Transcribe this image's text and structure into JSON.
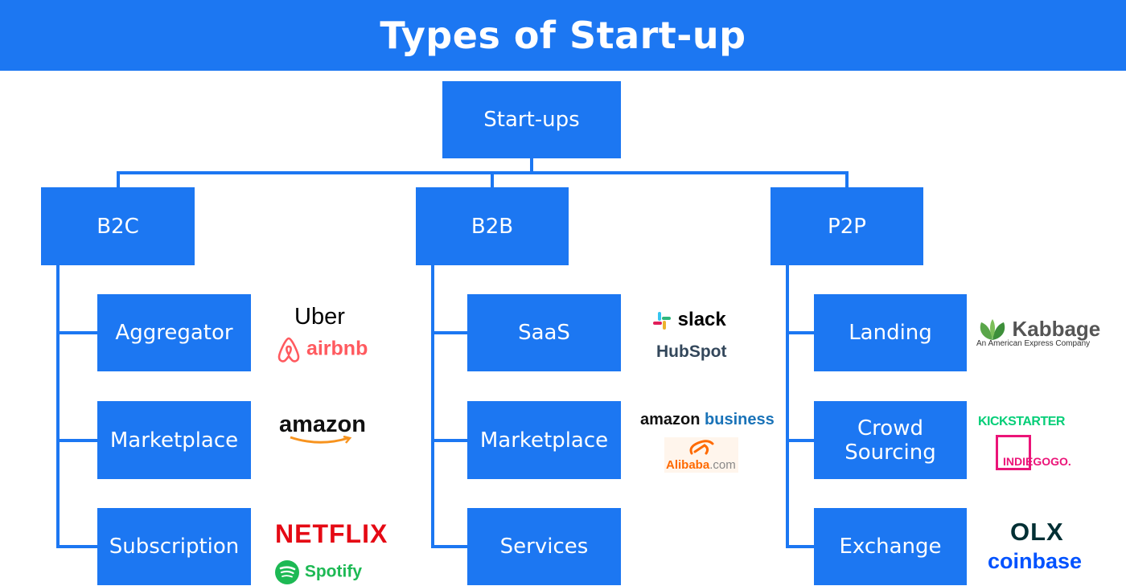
{
  "title": "Types of Start-up",
  "root": "Start-ups",
  "categories": [
    {
      "label": "B2C",
      "children": [
        {
          "label": "Aggregator",
          "logos": [
            "Uber",
            "airbnb"
          ]
        },
        {
          "label": "Marketplace",
          "logos": [
            "amazon"
          ]
        },
        {
          "label": "Subscription",
          "logos": [
            "NETFLIX",
            "Spotify"
          ]
        }
      ]
    },
    {
      "label": "B2B",
      "children": [
        {
          "label": "SaaS",
          "logos": [
            "slack",
            "HubSpot"
          ]
        },
        {
          "label": "Marketplace",
          "logos": [
            "amazon",
            "business",
            "Alibaba",
            ".com"
          ]
        },
        {
          "label": "Services",
          "logos": []
        }
      ]
    },
    {
      "label": "P2P",
      "children": [
        {
          "label": "Landing",
          "logos": [
            "Kabbage",
            "An American Express Company"
          ]
        },
        {
          "label": "Crowd Sourcing",
          "logos": [
            "KICKSTARTER",
            "INDIEGOGO."
          ]
        },
        {
          "label": "Exchange",
          "logos": [
            "OLX",
            "coinbase"
          ]
        }
      ]
    }
  ],
  "colors": {
    "accent": "#1c77f2",
    "netflix": "#e50914",
    "spotify": "#1db954",
    "airbnb": "#ff5a5f",
    "kickstarter": "#05ce78",
    "indiegogo": "#eb1478",
    "coinbase": "#0052ff",
    "olx": "#002f34"
  }
}
